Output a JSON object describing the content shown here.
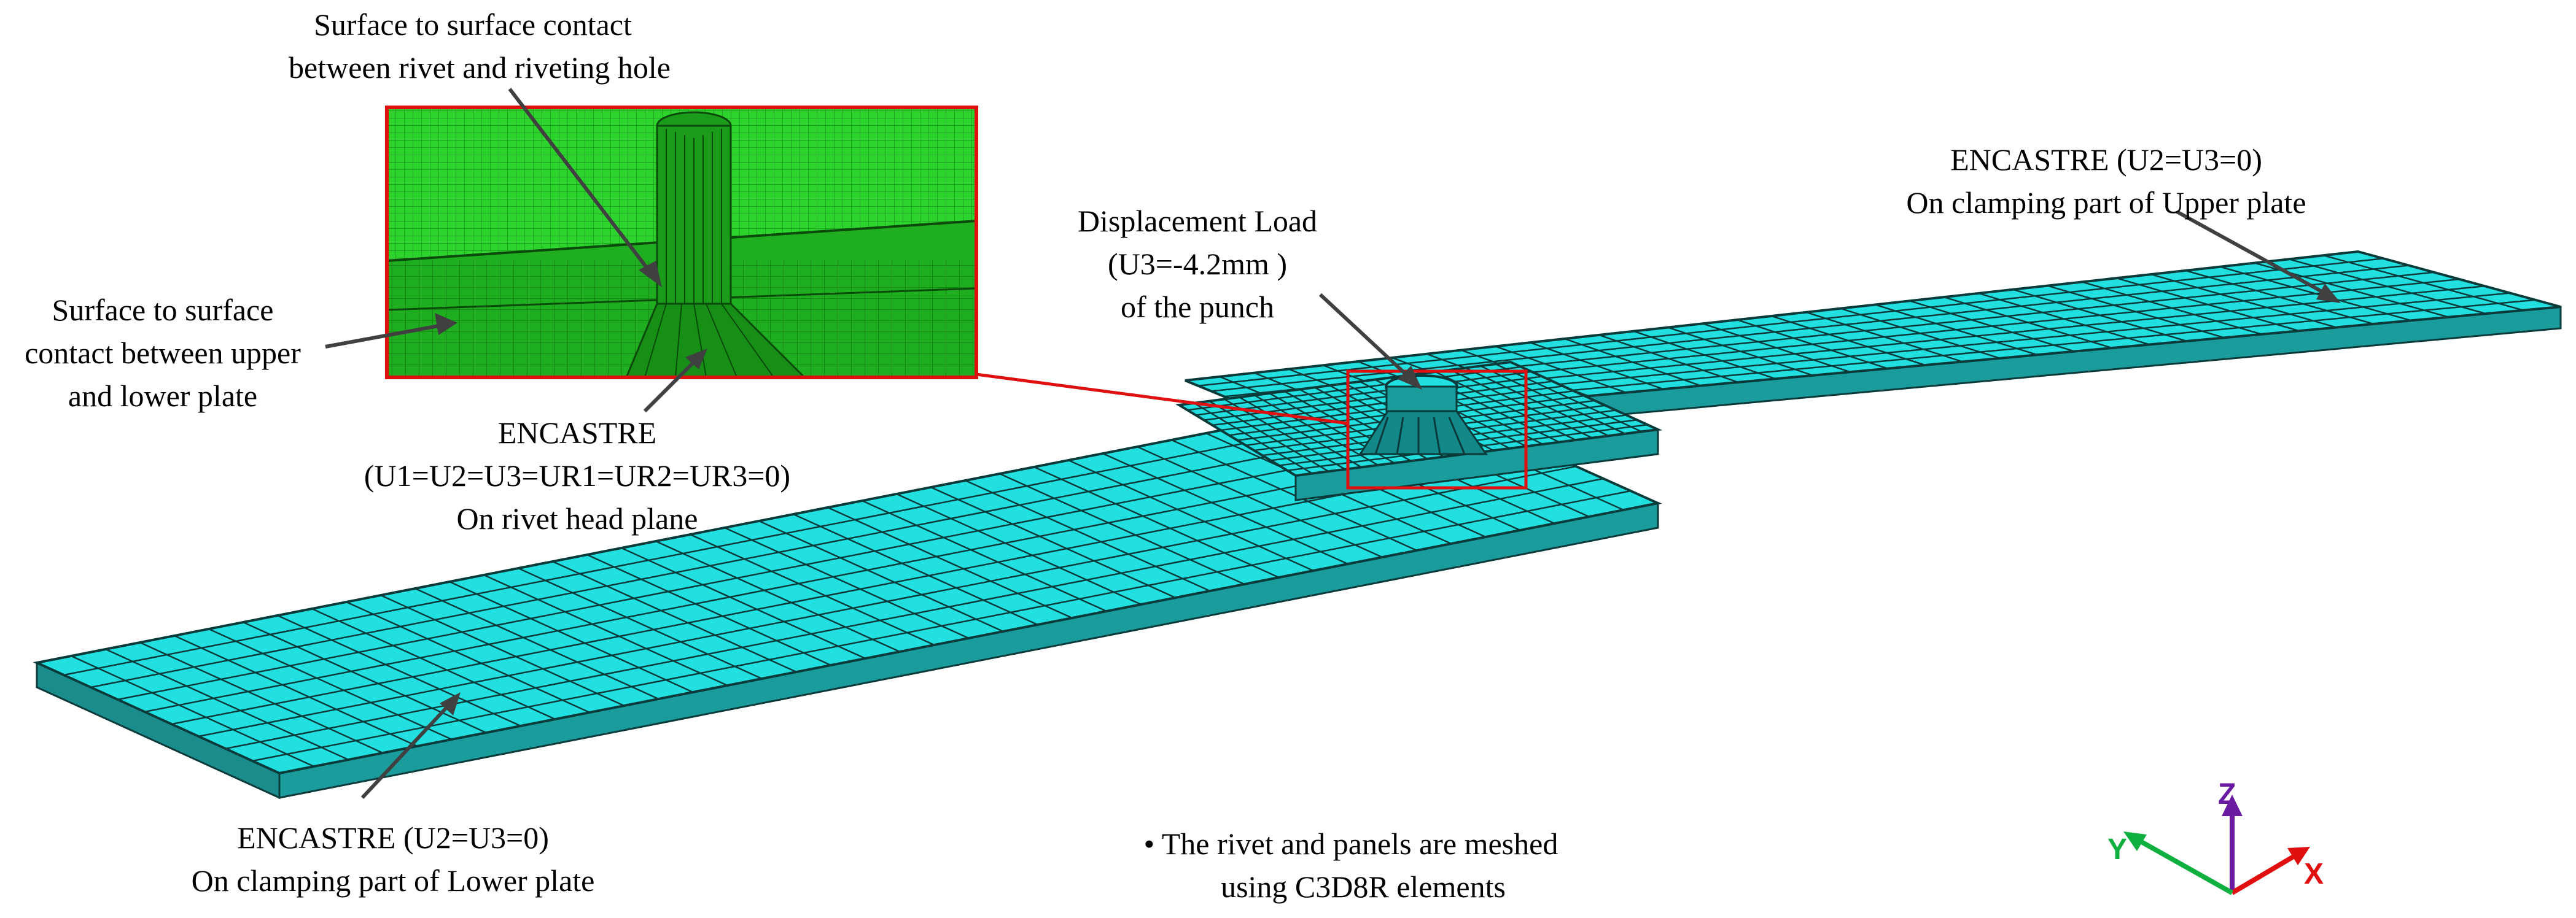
{
  "labels": {
    "rivet_contact": [
      "Surface to surface contact",
      "between rivet and riveting hole"
    ],
    "plate_contact": [
      "Surface to surface",
      "contact between upper",
      "and lower plate"
    ],
    "encastre_head": [
      "ENCASTRE",
      "(U1=U2=U3=UR1=UR2=UR3=0)",
      "On rivet head plane"
    ],
    "displacement": [
      "Displacement Load",
      "(U3=-4.2mm )",
      "of the punch"
    ],
    "encastre_upper": [
      "ENCASTRE (U2=U3=0)",
      "On clamping part of Upper plate"
    ],
    "encastre_lower": [
      "ENCASTRE (U2=U3=0)",
      "On clamping part of Lower plate"
    ],
    "note": [
      "•   The rivet and panels are meshed",
      "using C3D8R elements"
    ]
  },
  "axes": {
    "x": "X",
    "y": "Y",
    "z": "Z"
  },
  "colors": {
    "mesh_plate": "#22e0e0",
    "mesh_lines": "#0a3a3a",
    "inset_green": "#22c422",
    "inset_frame": "#e01010",
    "axis_x": "#e01010",
    "axis_y": "#10b040",
    "axis_z": "#6a1aa0"
  }
}
